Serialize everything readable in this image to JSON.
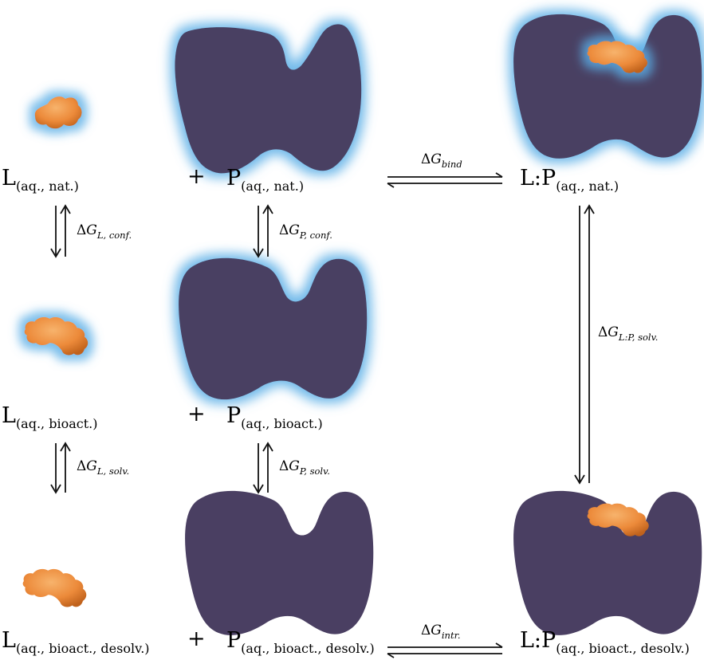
{
  "labels": {
    "L_nat": {
      "main": "L",
      "sub": "(aq., nat.)"
    },
    "L_bio": {
      "main": "L",
      "sub": "(aq., bioact.)"
    },
    "L_des": {
      "main": "L",
      "sub": "(aq., bioact., desolv.)"
    },
    "P_nat": {
      "main": "P",
      "sub": "(aq., nat.)"
    },
    "P_bio": {
      "main": "P",
      "sub": "(aq., bioact.)"
    },
    "P_des": {
      "main": "P",
      "sub": "(aq., bioact., desolv.)"
    },
    "LP_nat": {
      "main": "L:P",
      "sub": "(aq., nat.)"
    },
    "LP_des": {
      "main": "L:P",
      "sub": "(aq., bioact., desolv.)"
    },
    "plus": "+"
  },
  "energies": {
    "delta": "Δ",
    "G": "G",
    "bind": "bind",
    "intr": "intr.",
    "L_conf": "L, conf.",
    "P_conf": "P, conf.",
    "L_solv": "L, solv.",
    "P_solv": "P, solv.",
    "LP_solv": "L:P, solv."
  },
  "colors": {
    "protein": "#4a3f62",
    "ligand": "#ec8a3a",
    "ligand_dark": "#c0621c",
    "solvation_glow": "#5aaee6"
  }
}
